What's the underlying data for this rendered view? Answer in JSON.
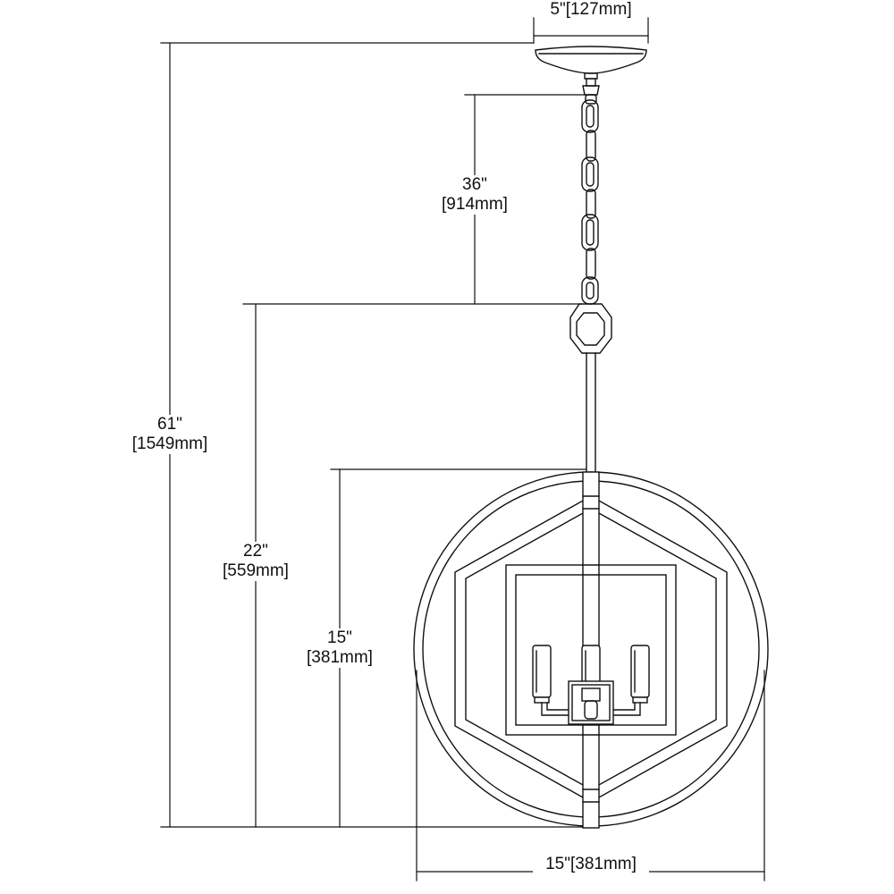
{
  "diagram": {
    "dimensions": {
      "canopy_width": {
        "imperial": "5\"",
        "metric": "[127mm]"
      },
      "chain_length": {
        "imperial": "36\"",
        "metric": "[914mm]"
      },
      "overall_height": {
        "imperial": "61\"",
        "metric": "[1549mm]"
      },
      "fixture_with_stem": {
        "imperial": "22\"",
        "metric": "[559mm]"
      },
      "fixture_height": {
        "imperial": "15\"",
        "metric": "[381mm]"
      },
      "fixture_width": {
        "imperial": "15\"",
        "metric": "[381mm]"
      }
    }
  }
}
